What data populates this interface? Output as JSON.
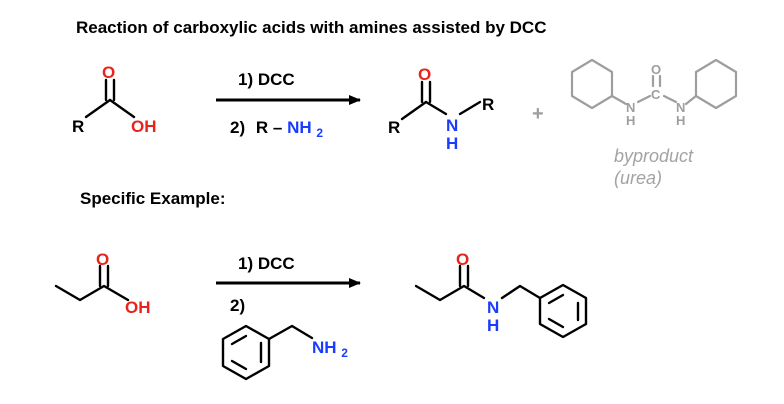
{
  "title": "Reaction of carboxylic acids with amines assisted by DCC",
  "colors": {
    "oxygen": "#e8231c",
    "nitrogen": "#1a3cff",
    "byproduct": "#9e9e9e",
    "text": "#000000"
  },
  "general": {
    "acid": {
      "r": "R",
      "o": "O",
      "oh": "OH"
    },
    "step1": "1) DCC",
    "step2_prefix": "2)",
    "amine_r": "R",
    "amine_dash": "–",
    "amine_n": "NH",
    "amine_sub": "2",
    "amide": {
      "r": "R",
      "o": "O",
      "n": "N",
      "h": "H",
      "r2": "R"
    },
    "plus": "+",
    "urea": {
      "o": "O",
      "c": "C",
      "n": "N",
      "h": "H"
    },
    "byproduct_label": "byproduct",
    "byproduct_sub": "(urea)"
  },
  "example": {
    "heading": "Specific Example:",
    "acid": {
      "o": "O",
      "oh": "OH"
    },
    "step1": "1) DCC",
    "step2": "2)",
    "amine_n": "NH",
    "amine_sub": "2",
    "amide": {
      "o": "O",
      "n": "N",
      "h": "H"
    }
  }
}
